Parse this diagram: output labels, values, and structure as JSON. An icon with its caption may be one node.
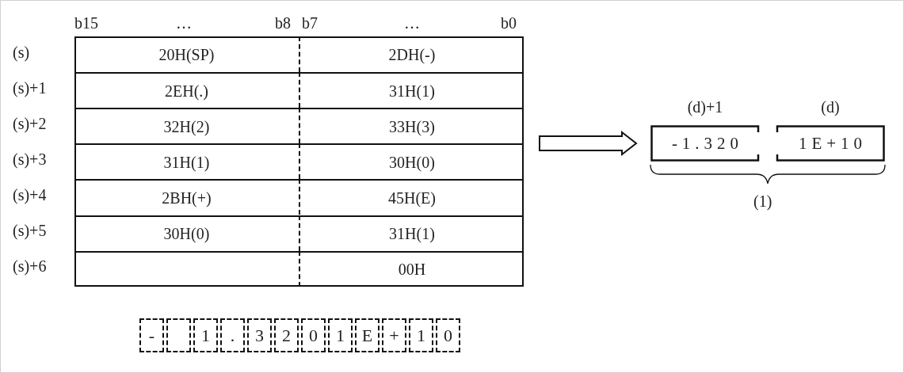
{
  "diagram": {
    "nodes": [
      {
        "text": [],
        "shape": "box"
      },
      {
        "text": [
          "20H(SP)"
        ],
        "in": 0
      },
      {
        "text": [
          "2DH(-)"
        ],
        "in": 0
      },
      {
        "text": [
          "2EH(.)"
        ],
        "in": 0
      },
      {
        "text": [
          "31H(1)"
        ],
        "in": 0
      },
      {
        "text": [
          "32H(2)"
        ],
        "in": 0
      },
      {
        "text": [
          "33H(3)"
        ],
        "in": 0
      },
      {
        "text": [
          "31H(1)"
        ],
        "in": 0
      },
      {
        "text": [
          "30H(0)"
        ],
        "in": 0
      },
      {
        "text": [
          "2BH(+)"
        ],
        "in": 0
      },
      {
        "text": [
          "45H(E)"
        ],
        "in": 0
      },
      {
        "text": [
          "30H(0)"
        ],
        "in": 0
      },
      {
        "text": [
          "31H(1)"
        ],
        "in": 0
      },
      {
        "text": [],
        "shape": "box",
        "in": 0
      },
      {
        "text": [
          "00H"
        ],
        "in": 0
      },
      {
        "text": [
          "-1.320"
        ],
        "beside": [
          "(d)+1"
        ]
      },
      {
        "text": [
          "1E+10"
        ],
        "beside": [
          "(d)"
        ]
      },
      {
        "text": [
          "-"
        ]
      },
      {
        "text": [],
        "shape": "box"
      },
      {
        "text": [
          "1"
        ]
      },
      {
        "text": [
          "."
        ]
      },
      {
        "text": [
          "3"
        ]
      },
      {
        "text": [
          "2"
        ]
      },
      {
        "text": [
          "0"
        ]
      },
      {
        "text": [
          "1"
        ]
      },
      {
        "text": [
          "E"
        ]
      },
      {
        "text": [
          "+"
        ]
      },
      {
        "text": [
          "1"
        ]
      },
      {
        "text": [
          "0"
        ]
      }
    ],
    "edges": [
      {
        "from": 0,
        "to": 15,
        "arrow": "to"
      }
    ],
    "labels": [
      "b15",
      "…",
      "b8",
      "b7",
      "…",
      "b0",
      "(s)",
      "(s)+1",
      "(s)+2",
      "(s)+3",
      "(s)+4",
      "(s)+5",
      "(s)+6",
      "(1)"
    ]
  }
}
